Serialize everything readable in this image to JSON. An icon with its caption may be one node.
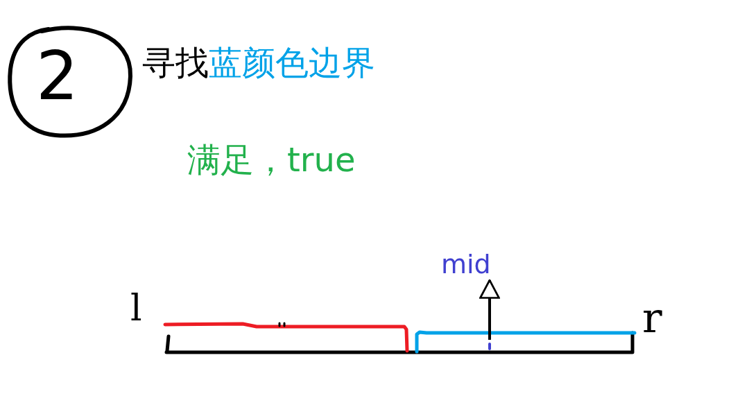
{
  "diagram": {
    "nodes": [
      {
        "text": [
          "mid"
        ]
      },
      {
        "text": [],
        "shape": "bar"
      }
    ],
    "edges": [
      {
        "from": 1,
        "to": 0,
        "arrow": "to"
      }
    ],
    "labels": [
      "2",
      "寻找",
      "蓝颜色边界",
      "满足，true",
      "l",
      "r"
    ]
  }
}
